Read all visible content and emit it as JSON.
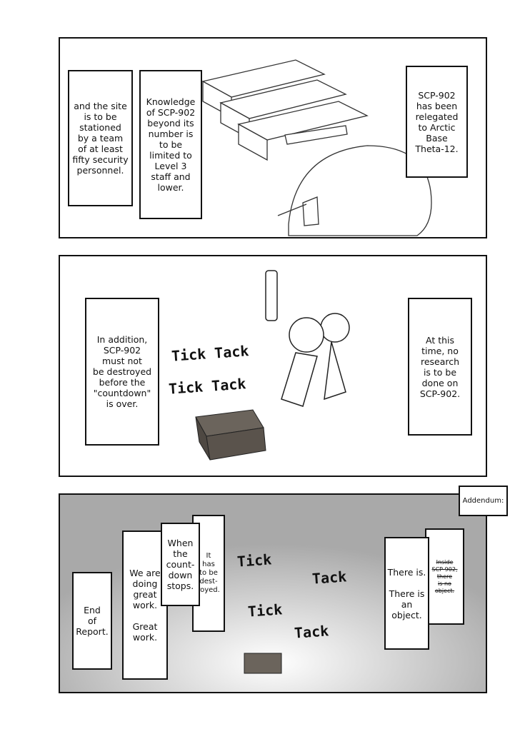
{
  "panel1": {
    "caption_left": "and the site\nis to be\nstationed\nby a team\nof at least\nfifty security\npersonnel.",
    "caption_middle": "Knowledge\nof SCP-902\nbeyond its\nnumber is\nto be\nlimited to\nLevel 3\nstaff and\nlower.",
    "caption_right": "SCP-902\nhas been\nrelegated\nto Arctic\nBase\nTheta-12."
  },
  "panel2": {
    "caption_left": "In addition,\nSCP-902\nmust not\nbe destroyed\nbefore the\n\"countdown\"\nis over.",
    "caption_right": "At this\ntime, no\nresearch\nis to be\ndone on\nSCP-902.",
    "sfx": [
      "Tick Tack",
      "Tick Tack"
    ]
  },
  "panel3": {
    "addendum": "Addendum:",
    "caption_end": "End\nof\nReport.",
    "caption_great": "We are\ndoing\ngreat\nwork.\n\nGreat\nwork.",
    "caption_when": "When\nthe\ncount-\ndown\nstops.",
    "caption_destroyed": "It\nhas\nto be\ndest-\nroyed.",
    "caption_there_is": "There is.\n\nThere is\nan\nobject.",
    "caption_struck": "Inside\nSCP-902,\nthere\nis no\nobject.",
    "sfx": [
      "Tick",
      "Tack",
      "Tick",
      "Tack"
    ],
    "background_color": "#a9a9a9"
  }
}
